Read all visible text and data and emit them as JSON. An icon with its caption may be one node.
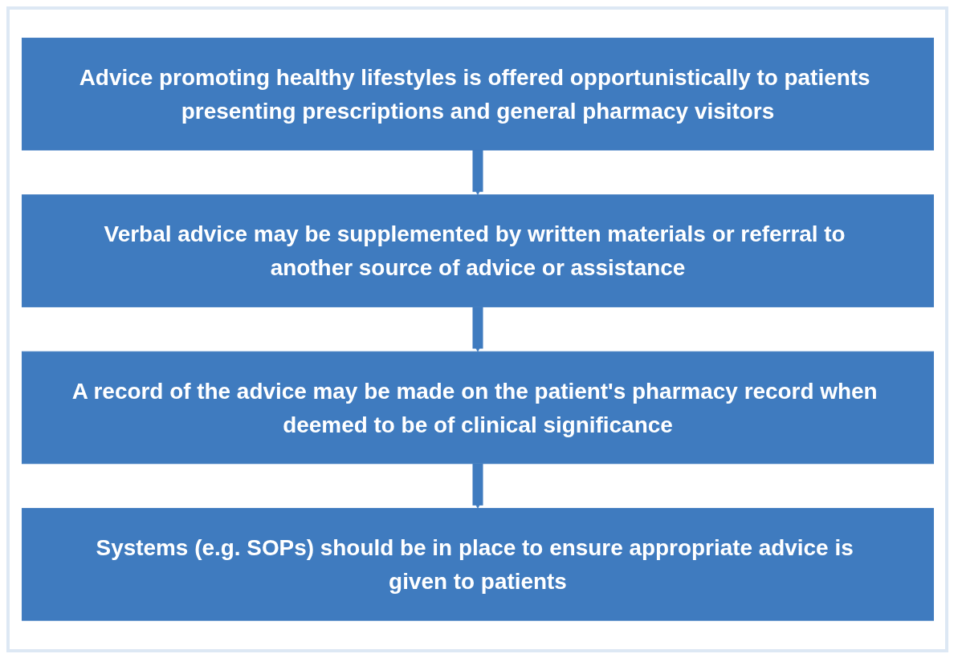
{
  "diagram": {
    "nodes": [
      {
        "text": [
          "Advice promoting healthy lifestyles is offered opportunistically to patients presenting prescriptions and general pharmacy visitors"
        ]
      },
      {
        "text": [
          "Verbal advice may be supplemented by written materials or referral to another source of advice or assistance"
        ]
      },
      {
        "text": [
          "A record of the advice may be made on the patient's pharmacy record when deemed to be of clinical significance"
        ]
      },
      {
        "text": [
          "Systems (e.g. SOPs) should be in place to ensure appropriate advice is given to patients"
        ]
      }
    ],
    "edges": [
      {
        "from": 0,
        "to": 1,
        "arrow": "to"
      },
      {
        "from": 1,
        "to": 2,
        "arrow": "to"
      },
      {
        "from": 2,
        "to": 3,
        "arrow": "to"
      }
    ]
  }
}
